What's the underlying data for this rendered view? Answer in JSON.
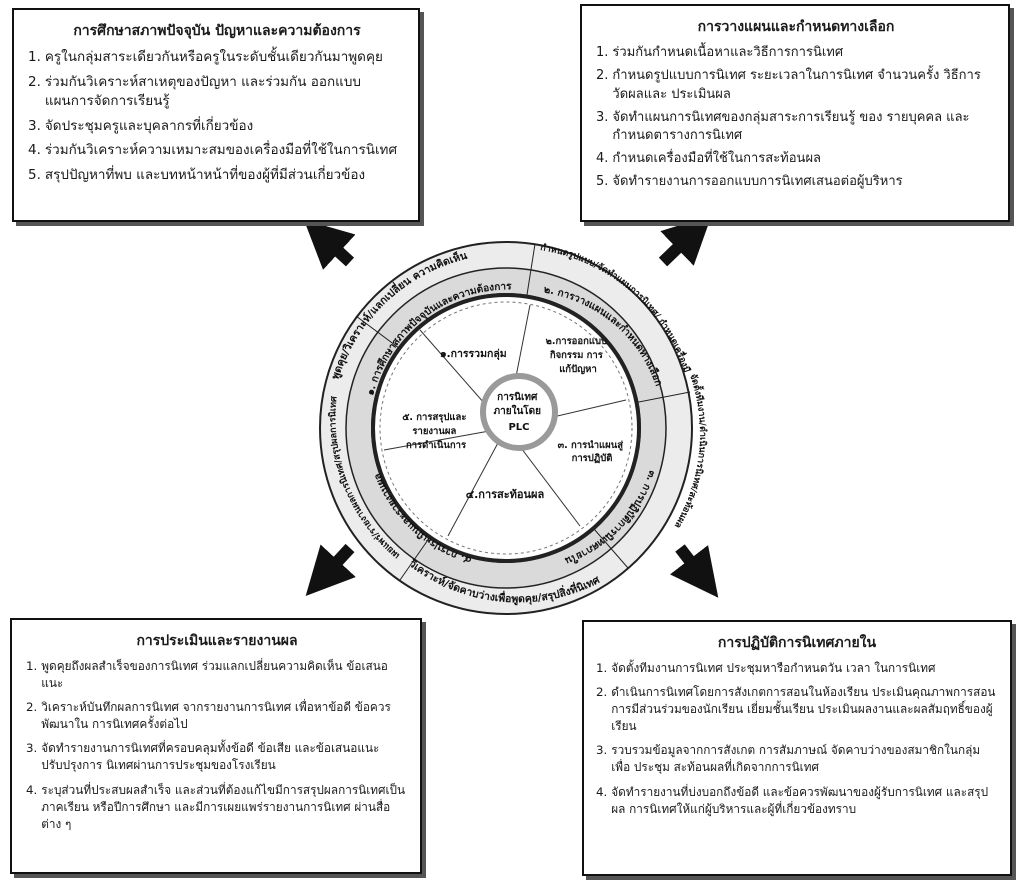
{
  "boxes": {
    "tl": {
      "title": "การศึกษาสภาพปัจจุบัน ปัญหาและความต้องการ",
      "items": [
        {
          "n": "1.",
          "t": "ครูในกลุ่มสาระเดียวกันหรือครูในระดับชั้นเดียวกันมาพูดคุย"
        },
        {
          "n": "2.",
          "t": "ร่วมกันวิเคราะห์สาเหตุของปัญหา และร่วมกัน ออกแบบแผนการจัดการเรียนรู้"
        },
        {
          "n": "3.",
          "t": "จัดประชุมครูและบุคลากรที่เกี่ยวข้อง"
        },
        {
          "n": "4.",
          "t": "ร่วมกันวิเคราะห์ความเหมาะสมของเครื่องมือที่ใช้ในการนิเทศ"
        },
        {
          "n": "5.",
          "t": "สรุปปัญหาที่พบ และบทหน้าหน้าที่ของผู้ที่มีส่วนเกี่ยวข้อง"
        }
      ]
    },
    "tr": {
      "title": "การวางแผนและกำหนดทางเลือก",
      "items": [
        {
          "n": "1.",
          "t": "ร่วมกันกำหนดเนื้อหาและวิธีการการนิเทศ"
        },
        {
          "n": "2.",
          "t": "กำหนดรูปแบบการนิเทศ ระยะเวลาในการนิเทศ จำนวนครั้ง วิธีการวัดผลและ ประเมินผล"
        },
        {
          "n": "3.",
          "t": "จัดทำแผนการนิเทศของกลุ่มสาระการเรียนรู้ ของ รายบุคคล และกำหนดตารางการนิเทศ"
        },
        {
          "n": "4.",
          "t": "กำหนดเครื่องมือที่ใช้ในการสะท้อนผล"
        },
        {
          "n": "5.",
          "t": "จัดทำรายงานการออกแบบการนิเทศเสนอต่อผู้บริหาร"
        }
      ]
    },
    "bl": {
      "title": "การประเมินและรายงานผล",
      "items": [
        {
          "n": "1.",
          "t": "พูดคุยถึงผลสำเร็จของการนิเทศ ร่วมแลกเปลี่ยนความคิดเห็น ข้อเสนอแนะ"
        },
        {
          "n": "2.",
          "t": "วิเคราะห์บันทึกผลการนิเทศ จากรายงานการนิเทศ เพื่อหาข้อดี ข้อควรพัฒนาใน การนิเทศครั้งต่อไป"
        },
        {
          "n": "3.",
          "t": "จัดทำรายงานการนิเทศที่ครอบคลุมทั้งข้อดี ข้อเสีย และข้อเสนอแนะ ปรับปรุงการ นิเทศผ่านการประชุมของโรงเรียน"
        },
        {
          "n": "4.",
          "t": "ระบุส่วนที่ประสบผลสำเร็จ และส่วนที่ต้องแก้ไขมีการสรุปผลการนิเทศเป็นภาคเรียน หรือปีการศึกษา และมีการเผยแพร่รายงานการนิเทศ ผ่านสื่อต่าง ๆ"
        }
      ]
    },
    "br": {
      "title": "การปฏิบัติการนิเทศภายใน",
      "items": [
        {
          "n": "1.",
          "t": "จัดตั้งทีมงานการนิเทศ ประชุมหารือกำหนดวัน เวลา ในการนิเทศ"
        },
        {
          "n": "2.",
          "t": "ดำเนินการนิเทศโดยการสังเกตการสอนในห้องเรียน ประเมินคุณภาพการสอน การมีส่วนร่วมของนักเรียน เยี่ยมชั้นเรียน ประเมินผลงานและผลสัมฤทธิ์ของผู้เรียน"
        },
        {
          "n": "3.",
          "t": "รวบรวมข้อมูลจากการสังเกต การสัมภาษณ์ จัดคาบว่างของสมาชิกในกลุ่มเพื่อ ประชุม สะท้อนผลที่เกิดจากการนิเทศ"
        },
        {
          "n": "4.",
          "t": "จัดทำรายงานที่บ่งบอกถึงข้อดี และข้อควรพัฒนาของผู้รับการนิเทศ และสรุปผล การนิเทศให้แก่ผู้บริหารและผู้ที่เกี่ยวข้องทราบ"
        }
      ]
    }
  },
  "wheel": {
    "center": [
      "การนิเทศ",
      "ภายในโดย",
      "PLC"
    ],
    "inner_segments": [
      [
        "๑.การรวมกลุ่ม"
      ],
      [
        "๒.การออกแบบ",
        "กิจกรรม การ",
        "แก้ปัญหา"
      ],
      [
        "๓. การนำแผนสู่",
        "การปฏิบัติ"
      ],
      [
        "๔.การสะท้อนผล"
      ],
      [
        "๕. การสรุปและ",
        "รายงานผล",
        "การดำเนินการ"
      ]
    ],
    "middle_ring": [
      "๑. การศึกษาสภาพปัจจุบันและความต้องการ",
      "๒. การวางแผนและกำหนดทางเลือก",
      "๓. การปฏิบัติการนิเทศภายใน",
      "๔. การประเมินและรายงานผล"
    ],
    "outer_ring": [
      "พูดคุย/วิเคราะห์/แลกเปลี่ยน ความคิดเห็น",
      "กำหนดรูปแบบ/จัดทำแผนการนิเทศ/ กำหนดเครื่องมือ",
      "จัดตั้งทีมงาน/ดำเนินการนิเทศ/สะท้อนผล",
      "วิเคราะห์/จัดคาบว่างเพื่อพูดคุย/สรุปสิ่งที่นิเทศ",
      "เผยแพร่/รายงานผลการนิเทศ/สรุปผลการนิเทศ"
    ]
  }
}
